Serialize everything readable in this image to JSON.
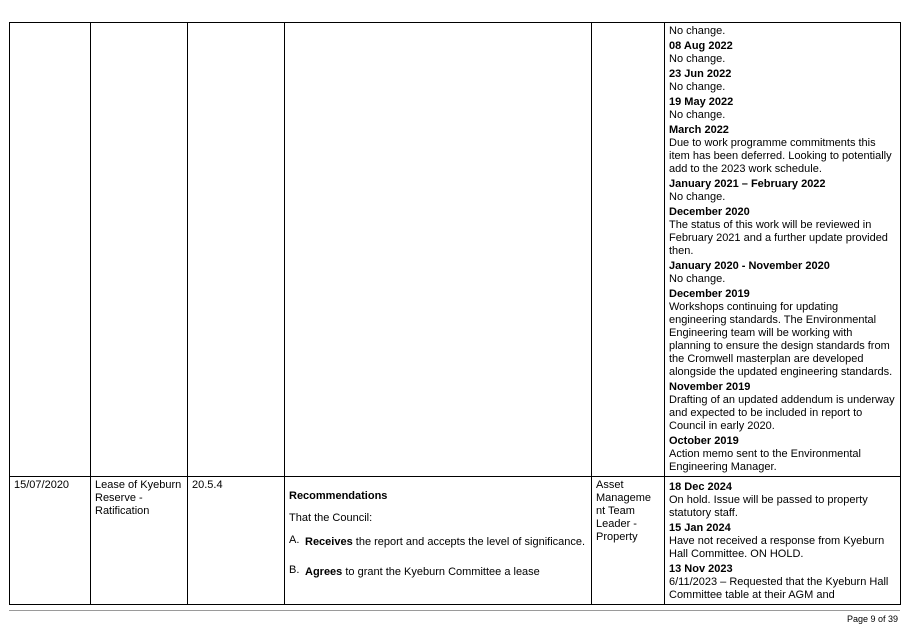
{
  "row_prev": {
    "updates": [
      {
        "body": "No change."
      },
      {
        "date": "08 Aug 2022",
        "body": "No change."
      },
      {
        "date": "23 Jun 2022",
        "body": "No change."
      },
      {
        "date": "19 May 2022",
        "body": "No change."
      },
      {
        "date": "March 2022",
        "body": "Due to work programme commitments this item has been deferred. Looking to potentially add to the 2023 work schedule."
      },
      {
        "date": "January 2021 – February 2022",
        "body": "No change."
      },
      {
        "date": "December 2020",
        "body": "The status of this work will be reviewed in February 2021 and a further update provided then."
      },
      {
        "date": "January 2020 - November 2020",
        "body": "No change."
      },
      {
        "date": "December 2019",
        "body": "Workshops continuing for updating engineering standards. The Environmental Engineering team will be working with planning to ensure the design standards from the Cromwell masterplan are developed alongside the updated engineering standards."
      },
      {
        "date": "November 2019",
        "body": "Drafting of an updated addendum is underway and expected to be included in report to Council in early 2020."
      },
      {
        "date": "October 2019",
        "body": "Action memo sent to the Environmental Engineering Manager."
      }
    ]
  },
  "row_lease": {
    "date": "15/07/2020",
    "subject": "Lease of Kyeburn Reserve - Ratification",
    "item": "20.5.4",
    "recommendations": {
      "title": "Recommendations",
      "intro": "That the Council:",
      "items": [
        {
          "label": "A.",
          "bold": "Receives",
          "text": " the report and accepts the level of significance."
        },
        {
          "label": "B.",
          "bold": "Agrees",
          "text": " to grant the Kyeburn Committee a lease"
        }
      ]
    },
    "responsible": "Asset Manageme nt Team Leader - Property",
    "updates": [
      {
        "date": "18 Dec 2024",
        "body": "On hold.  Issue will be passed to property statutory staff."
      },
      {
        "date": "15 Jan 2024",
        "body": "Have not received a response from Kyeburn Hall Committee.  ON HOLD."
      },
      {
        "date": "13 Nov 2023",
        "body": "6/11/2023 – Requested that the Kyeburn Hall Committee table at their AGM and"
      }
    ]
  },
  "footer": {
    "page": "Page 9 of 39"
  }
}
